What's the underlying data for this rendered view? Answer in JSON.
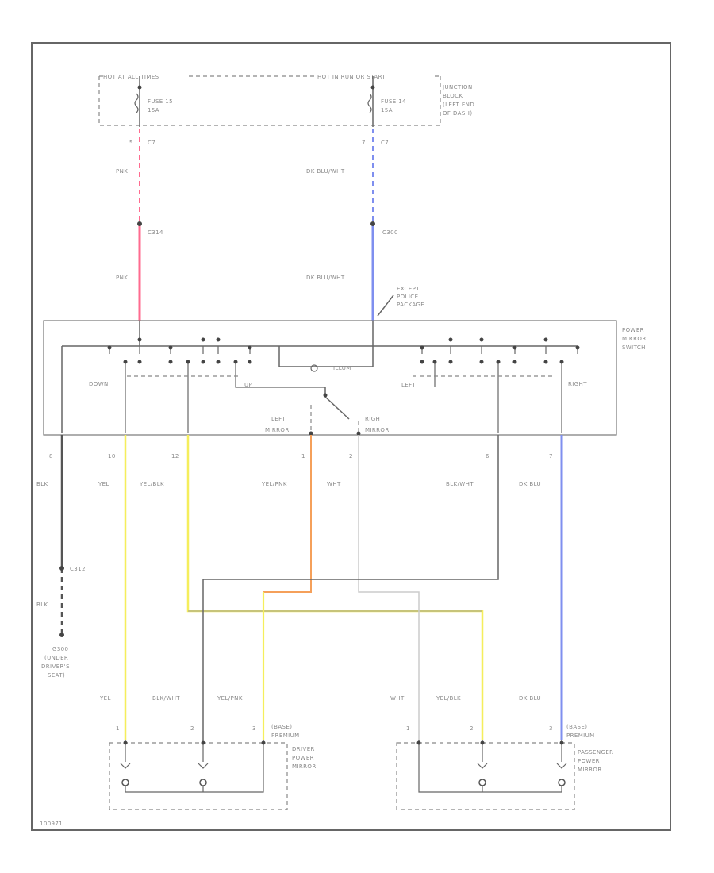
{
  "fuse_box": {
    "left_source": "HOT AT ALL TIMES",
    "right_source": "HOT IN RUN OR START",
    "note": [
      "JUNCTION",
      "BLOCK",
      "(LEFT END",
      "OF DASH)"
    ],
    "fuse_left": [
      "FUSE 15",
      "15A"
    ],
    "fuse_right": [
      "FUSE 14",
      "15A"
    ],
    "pin_left": "C7",
    "pin_left_no": "5",
    "pin_right": "C7",
    "pin_right_no": "7"
  },
  "wires_top": {
    "pnk_upper": "PNK",
    "pnk_lower": "PNK",
    "splice_left": "C314",
    "blu_upper": "DK BLU/WHT",
    "blu_lower": "DK BLU/WHT",
    "splice_right": "C300"
  },
  "switch": {
    "title": [
      "POWER",
      "MIRROR",
      "SWITCH"
    ],
    "except": [
      "EXCEPT",
      "POLICE",
      "PACKAGE"
    ],
    "labels": {
      "down": "DOWN",
      "up": "UP",
      "left": "LEFT",
      "right": "RIGHT",
      "right_mirror": [
        "RIGHT",
        "MIRROR"
      ],
      "left_mirror": [
        "LEFT",
        "MIRROR"
      ]
    },
    "lamp": "ILLUM",
    "pins": [
      {
        "no": "8",
        "color": "BLK"
      },
      {
        "no": "10",
        "color": "YEL"
      },
      {
        "no": "12",
        "color": "YEL/BLK"
      },
      {
        "no": "1",
        "color": "YEL/PNK"
      },
      {
        "no": "2",
        "color": "WHT"
      },
      {
        "no": "6",
        "color": "BLK/WHT"
      },
      {
        "no": "7",
        "color": "DK BLU"
      }
    ]
  },
  "ground": {
    "splice": "C312",
    "wire": "BLK",
    "label": [
      "G300",
      "(UNDER",
      "DRIVER'S",
      "SEAT)"
    ]
  },
  "driver_mirror": {
    "wires": [
      "YEL",
      "BLK/WHT",
      "YEL/PNK"
    ],
    "pins": [
      "1",
      "2",
      "3"
    ],
    "note": [
      "(BASE)",
      "PREMIUM"
    ],
    "label": [
      "DRIVER",
      "POWER",
      "MIRROR"
    ]
  },
  "passenger_mirror": {
    "wires": [
      "WHT",
      "YEL/BLK",
      "DK BLU"
    ],
    "pins": [
      "1",
      "2",
      "3"
    ],
    "note": [
      "(BASE)",
      "PREMIUM"
    ],
    "label": [
      "PASSENGER",
      "POWER",
      "MIRROR"
    ]
  },
  "footer": "100971",
  "colors": {
    "pnk": "#ff6b8f",
    "dk_blu": "#7f8fef",
    "yel": "#f5ee5c",
    "org": "#f5a05a",
    "wht": "#cccccc",
    "blk": "#555555"
  }
}
